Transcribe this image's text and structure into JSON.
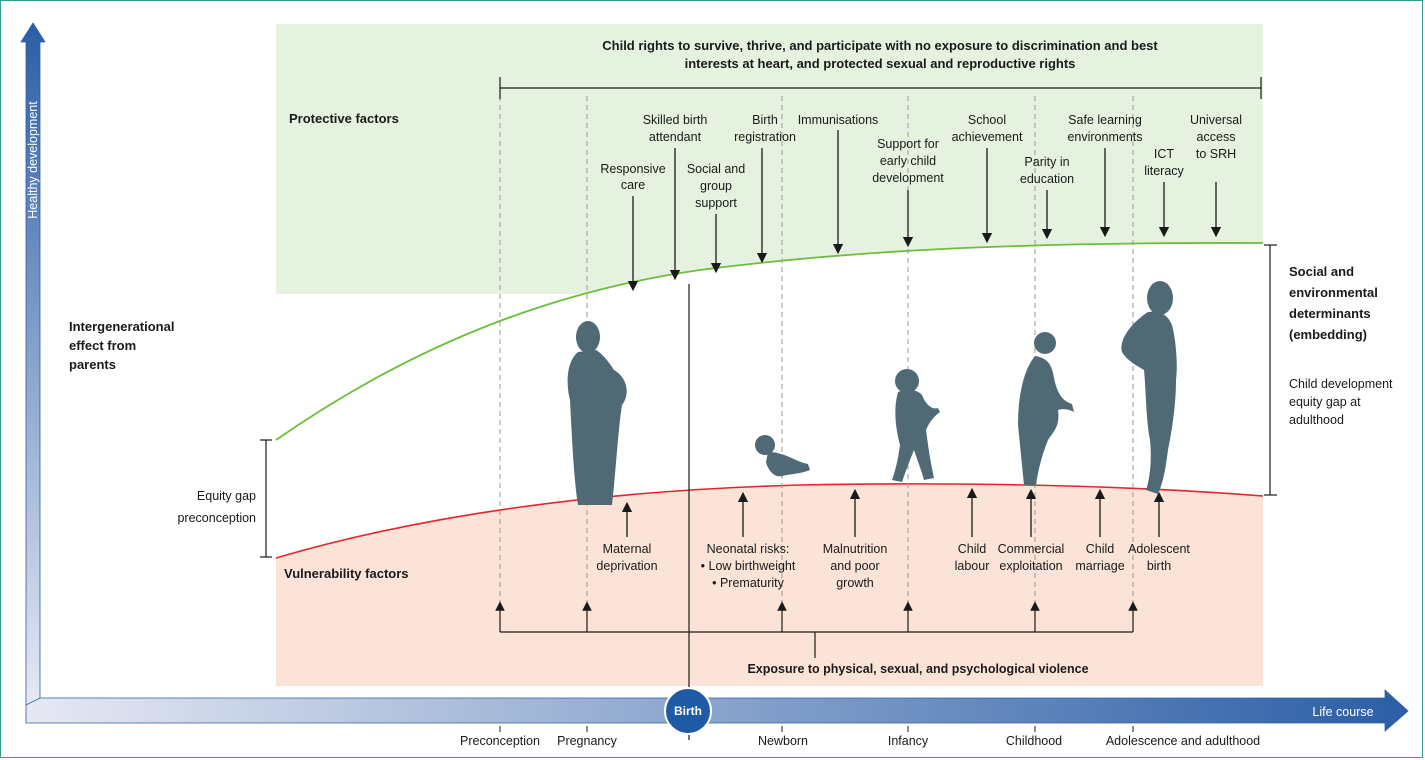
{
  "y_axis_label": "Healthy development",
  "x_axis_label": "Life course",
  "birth_badge": "Birth",
  "header": [
    "Child rights to survive, thrive, and participate with no exposure to discrimination and best",
    "interests at heart, and protected sexual and reproductive rights"
  ],
  "protective_title": "Protective factors",
  "vulnerability_title": "Vulnerability factors",
  "protective_factors": [
    {
      "id": "responsive-care",
      "lines": [
        "Responsive",
        "care"
      ]
    },
    {
      "id": "skilled-birth-attendant",
      "lines": [
        "Skilled birth",
        "attendant"
      ]
    },
    {
      "id": "social-group-support",
      "lines": [
        "Social and",
        "group",
        "support"
      ]
    },
    {
      "id": "birth-registration",
      "lines": [
        "Birth",
        "registration"
      ]
    },
    {
      "id": "immunisations",
      "lines": [
        "Immunisations"
      ]
    },
    {
      "id": "early-child-development",
      "lines": [
        "Support for",
        "early child",
        "development"
      ]
    },
    {
      "id": "school-achievement",
      "lines": [
        "School",
        "achievement"
      ]
    },
    {
      "id": "parity-in-education",
      "lines": [
        "Parity in",
        "education"
      ]
    },
    {
      "id": "safe-learning",
      "lines": [
        "Safe learning",
        "environments"
      ]
    },
    {
      "id": "ict-literacy",
      "lines": [
        "ICT",
        "literacy"
      ]
    },
    {
      "id": "access-srh",
      "lines": [
        "Universal",
        "access",
        "to SRH"
      ]
    }
  ],
  "vulnerability_factors": [
    {
      "id": "maternal-deprivation",
      "lines": [
        "Maternal",
        "deprivation"
      ]
    },
    {
      "id": "neonatal-risks",
      "lines": [
        "Neonatal risks:",
        "• Low birthweight",
        "• Prematurity"
      ]
    },
    {
      "id": "malnutrition",
      "lines": [
        "Malnutrition",
        "and poor",
        "growth"
      ]
    },
    {
      "id": "child-labour",
      "lines": [
        "Child",
        "labour"
      ]
    },
    {
      "id": "commercial-exploitation",
      "lines": [
        "Commercial",
        "exploitation"
      ]
    },
    {
      "id": "child-marriage",
      "lines": [
        "Child",
        "marriage"
      ]
    },
    {
      "id": "adolescent-birth",
      "lines": [
        "Adolescent",
        "birth"
      ]
    }
  ],
  "violence_label": "Exposure to physical, sexual, and psychological violence",
  "left_labels": {
    "intergenerational": [
      "Intergenerational",
      "effect from",
      "parents"
    ],
    "equity_gap": [
      "Equity gap",
      "preconception"
    ]
  },
  "right_labels": {
    "determinants": [
      "Social and",
      "environmental",
      "determinants",
      "(embedding)"
    ],
    "equity_adult": [
      "Child development",
      "equity  gap at",
      "adulthood"
    ]
  },
  "stages": [
    "Preconception",
    "Pregnancy",
    "Newborn",
    "Infancy",
    "Childhood",
    "Adolescence and adulthood"
  ],
  "colors": {
    "protective_bg": "#e5f2df",
    "vulnerable_bg": "#fbe3d8",
    "green_curve": "#6cbf3c",
    "red_curve": "#e2262b",
    "axis_blue": "#2e60a8",
    "figure": "#4f6a74"
  }
}
